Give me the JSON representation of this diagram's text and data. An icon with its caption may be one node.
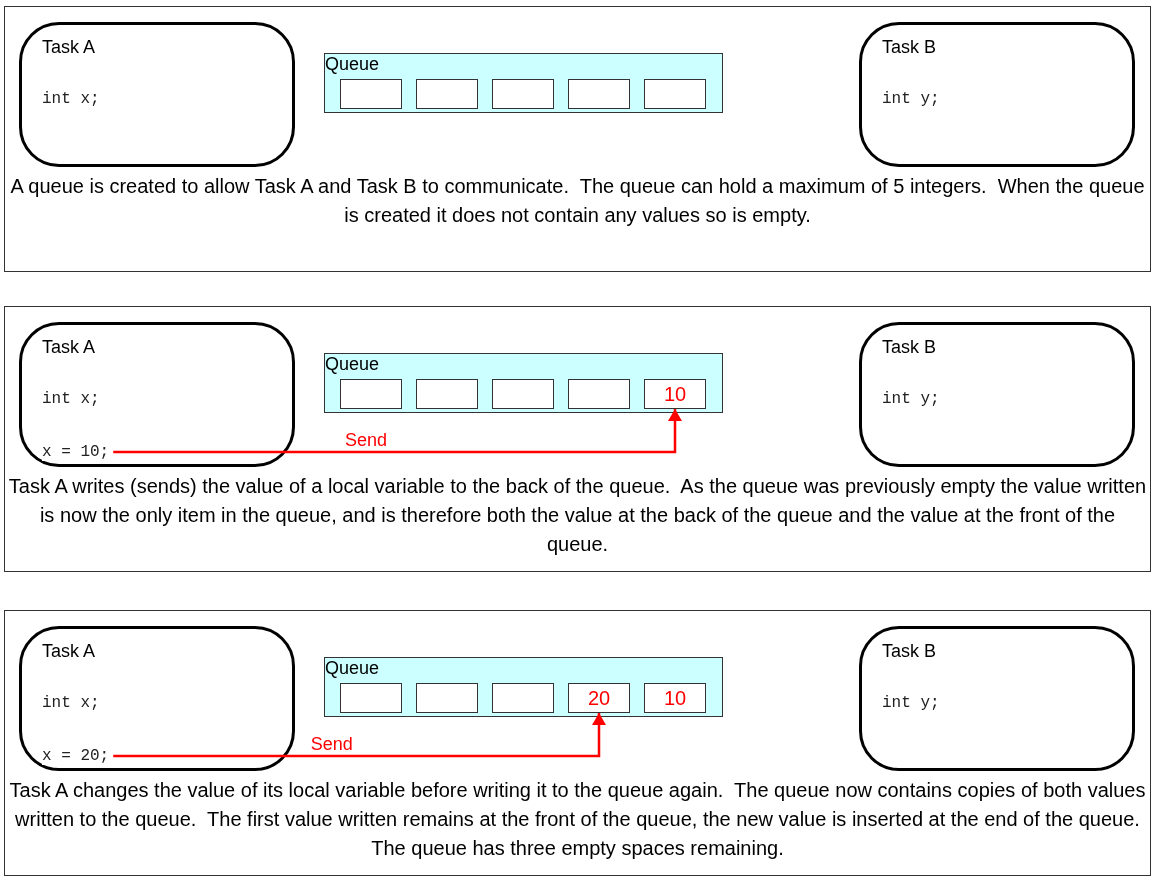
{
  "diagram": {
    "nodes": [
      {
        "text": [
          "A queue is created to allow Task A and Task B to communicate.  The queue can hold a maximum of 5 integers.  When the queue is created it does not contain any values so is empty."
        ]
      },
      {
        "text": [
          "Task A",
          "int x;"
        ],
        "in": 0
      },
      {
        "text": [
          "Queue"
        ],
        "in": 0
      },
      {
        "text": [],
        "shape": "box",
        "in": 2
      },
      {
        "text": [],
        "shape": "box",
        "in": 2
      },
      {
        "text": [],
        "shape": "box",
        "in": 2
      },
      {
        "text": [],
        "shape": "box",
        "in": 2
      },
      {
        "text": [],
        "shape": "box",
        "in": 2
      },
      {
        "text": [
          "Task B",
          "int y;"
        ],
        "in": 0
      },
      {
        "text": [
          "Task A writes (sends) the value of a local variable to the back of the queue.  As the queue was previously empty the value written is now the only item in the queue, and is therefore both the value at the back of the queue and the value at the front of the queue."
        ]
      },
      {
        "text": [
          "Task A",
          "int x;",
          "x = 10;"
        ],
        "in": 9
      },
      {
        "text": [
          "Queue"
        ],
        "in": 9
      },
      {
        "text": [],
        "shape": "box",
        "in": 11
      },
      {
        "text": [],
        "shape": "box",
        "in": 11
      },
      {
        "text": [],
        "shape": "box",
        "in": 11
      },
      {
        "text": [],
        "shape": "box",
        "in": 11
      },
      {
        "text": [
          "10"
        ],
        "in": 11
      },
      {
        "text": [
          "Task B",
          "int y;"
        ],
        "in": 9
      },
      {
        "text": [
          "Task A changes the value of its local variable before writing it to the queue again.  The queue now contains copies of both values written to the queue.  The first value written remains at the front of the queue, the new value is inserted at the end of the queue.  The queue has three empty spaces remaining."
        ]
      },
      {
        "text": [
          "Task A",
          "int x;",
          "x = 20;"
        ],
        "in": 18
      },
      {
        "text": [
          "Queue"
        ],
        "in": 18
      },
      {
        "text": [],
        "shape": "box",
        "in": 20
      },
      {
        "text": [],
        "shape": "box",
        "in": 20
      },
      {
        "text": [],
        "shape": "box",
        "in": 20
      },
      {
        "text": [
          "20"
        ],
        "in": 20
      },
      {
        "text": [
          "10"
        ],
        "in": 20
      },
      {
        "text": [
          "Task B",
          "int y;"
        ],
        "in": 18
      }
    ],
    "edges": [
      {
        "from": 10,
        "to": 16,
        "arrow": "to",
        "label": "Send",
        "color": "#ff0000"
      },
      {
        "from": 19,
        "to": 24,
        "arrow": "to",
        "label": "Send",
        "color": "#ff0000"
      }
    ]
  }
}
